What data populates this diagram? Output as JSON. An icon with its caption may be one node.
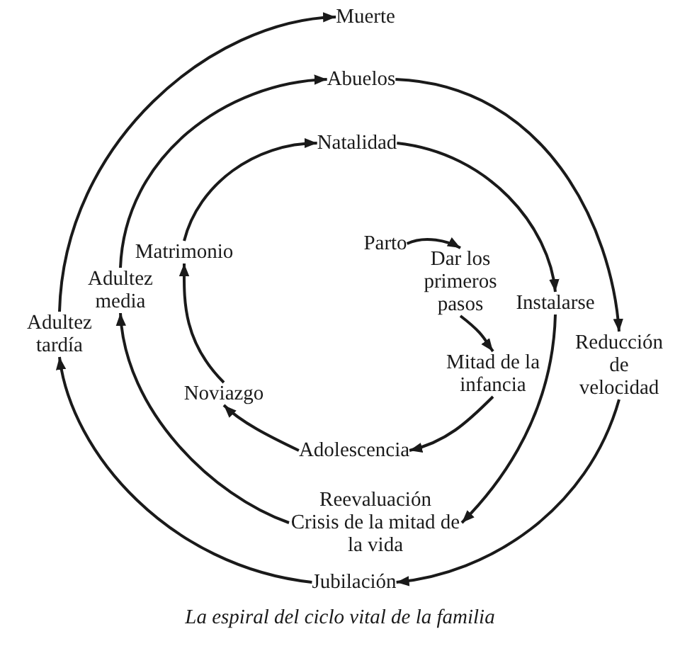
{
  "diagram": {
    "caption": "La espiral del ciclo vital de la familia",
    "nodes": [
      {
        "text": [
          "Parto"
        ]
      },
      {
        "text": [
          "Dar los primeros pasos"
        ]
      },
      {
        "text": [
          "Mitad de la infancia"
        ]
      },
      {
        "text": [
          "Adolescencia"
        ]
      },
      {
        "text": [
          "Noviazgo"
        ]
      },
      {
        "text": [
          "Matrimonio"
        ]
      },
      {
        "text": [
          "Natalidad"
        ]
      },
      {
        "text": [
          "Instalarse"
        ]
      },
      {
        "text": [
          "Reevaluación",
          "Crisis de la mitad de la vida"
        ]
      },
      {
        "text": [
          "Adultez media"
        ]
      },
      {
        "text": [
          "Abuelos"
        ]
      },
      {
        "text": [
          "Reducción de velocidad"
        ]
      },
      {
        "text": [
          "Jubilación"
        ]
      },
      {
        "text": [
          "Adultez tardía"
        ]
      },
      {
        "text": [
          "Muerte"
        ]
      }
    ],
    "edges": [
      {
        "from": 0,
        "to": 1,
        "arrow": "to"
      },
      {
        "from": 1,
        "to": 2,
        "arrow": "to"
      },
      {
        "from": 2,
        "to": 3,
        "arrow": "to"
      },
      {
        "from": 3,
        "to": 4,
        "arrow": "to"
      },
      {
        "from": 4,
        "to": 5,
        "arrow": "to"
      },
      {
        "from": 5,
        "to": 6,
        "arrow": "to"
      },
      {
        "from": 6,
        "to": 7,
        "arrow": "to"
      },
      {
        "from": 7,
        "to": 8,
        "arrow": "to"
      },
      {
        "from": 8,
        "to": 9,
        "arrow": "to"
      },
      {
        "from": 9,
        "to": 10,
        "arrow": "to"
      },
      {
        "from": 10,
        "to": 11,
        "arrow": "to"
      },
      {
        "from": 11,
        "to": 12,
        "arrow": "to"
      },
      {
        "from": 12,
        "to": 13,
        "arrow": "to"
      },
      {
        "from": 13,
        "to": 14,
        "arrow": "to"
      }
    ]
  }
}
